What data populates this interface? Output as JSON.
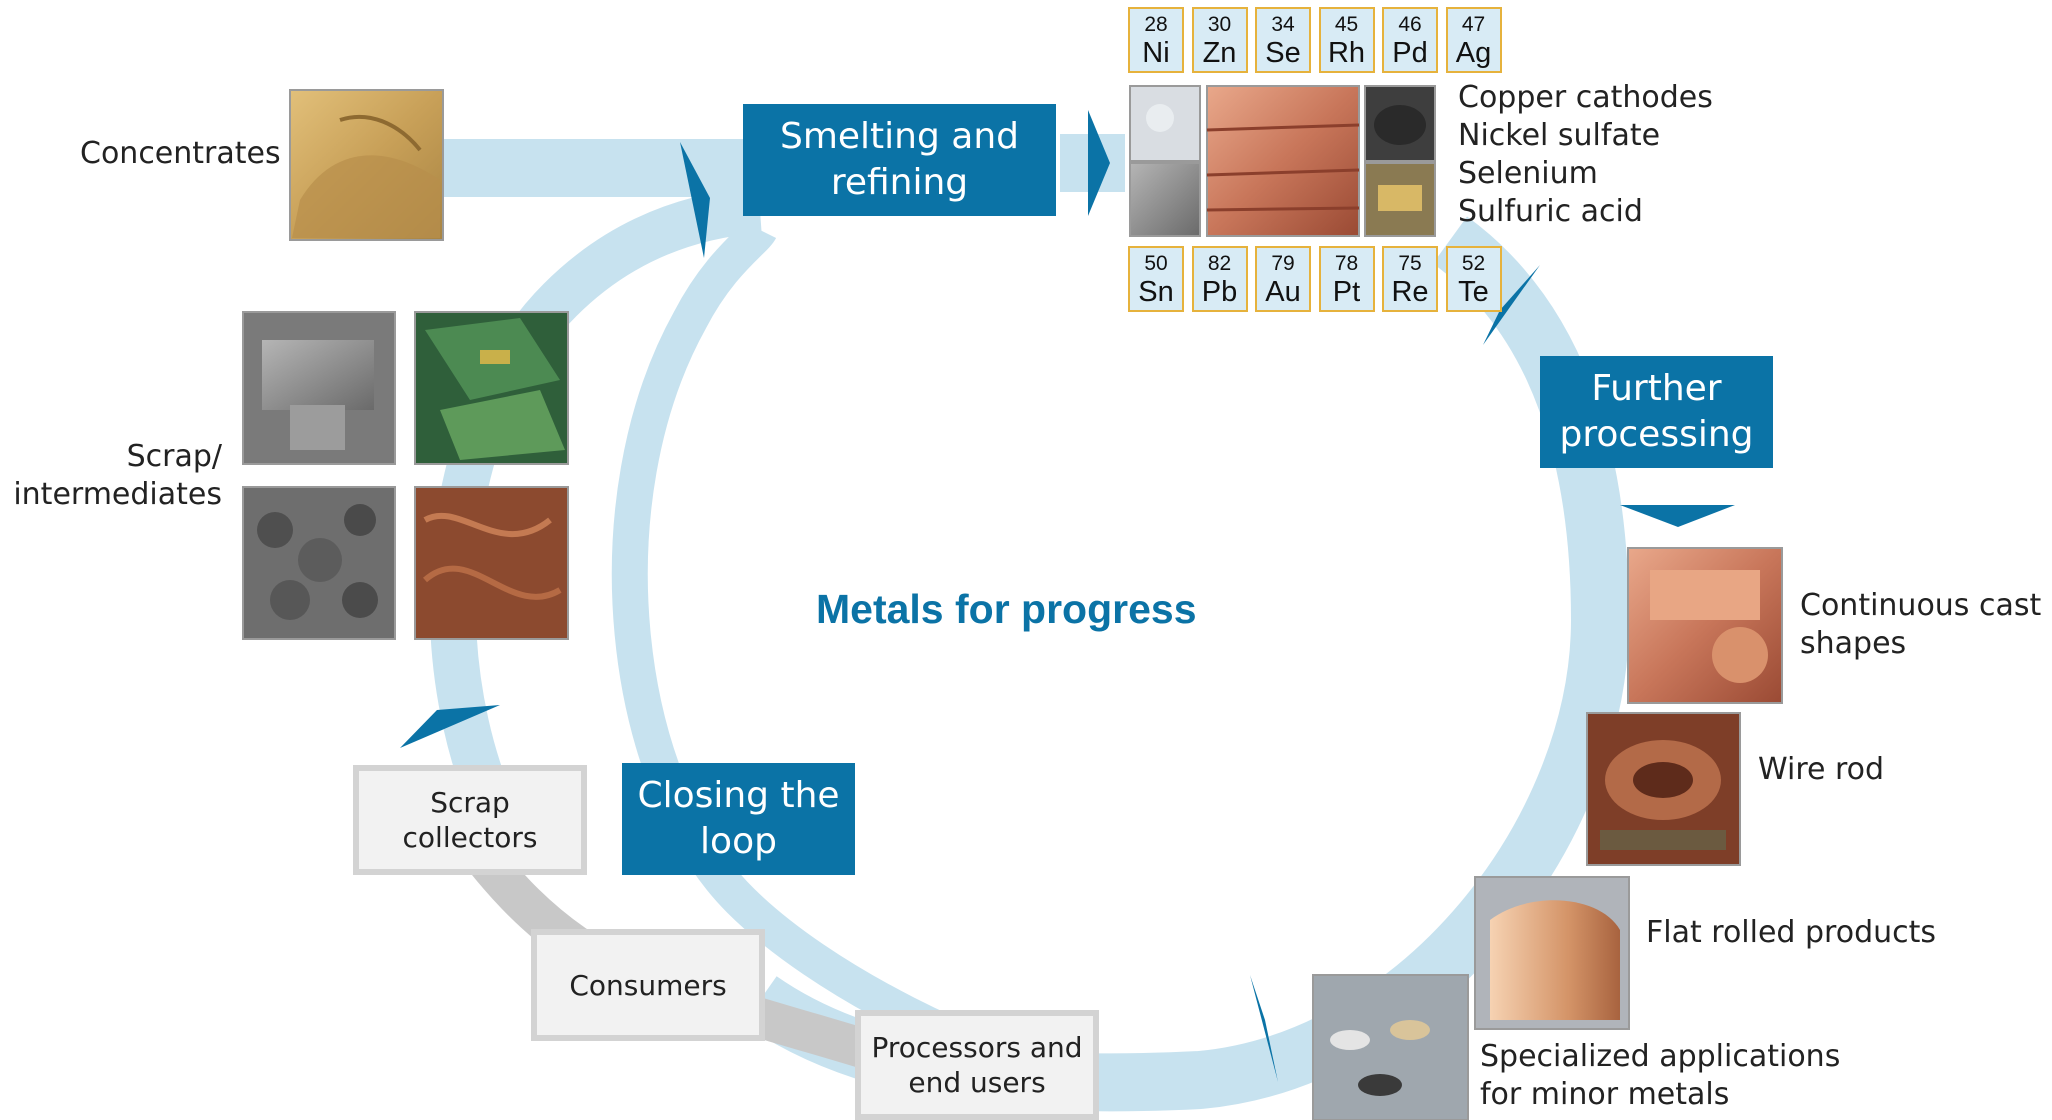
{
  "title": "Metals for progress",
  "stages": {
    "smelting": [
      "Smelting and",
      "refining"
    ],
    "further": [
      "Further",
      "processing"
    ],
    "closing": [
      "Closing the",
      "loop"
    ]
  },
  "inputs": {
    "concentrates": "Concentrates",
    "scrap": [
      "Scrap/",
      "intermediates"
    ]
  },
  "elements_top": [
    {
      "number": "28",
      "symbol": "Ni"
    },
    {
      "number": "30",
      "symbol": "Zn"
    },
    {
      "number": "34",
      "symbol": "Se"
    },
    {
      "number": "45",
      "symbol": "Rh"
    },
    {
      "number": "46",
      "symbol": "Pd"
    },
    {
      "number": "47",
      "symbol": "Ag"
    }
  ],
  "elements_bottom": [
    {
      "number": "50",
      "symbol": "Sn"
    },
    {
      "number": "82",
      "symbol": "Pb"
    },
    {
      "number": "79",
      "symbol": "Au"
    },
    {
      "number": "78",
      "symbol": "Pt"
    },
    {
      "number": "75",
      "symbol": "Re"
    },
    {
      "number": "52",
      "symbol": "Te"
    }
  ],
  "refined_products": [
    "Copper cathodes",
    "Nickel sulfate",
    "Selenium",
    "Sulfuric acid"
  ],
  "products": {
    "continuous_cast": [
      "Continuous cast",
      "shapes"
    ],
    "wire_rod": "Wire rod",
    "flat_rolled": "Flat rolled products",
    "specialized": [
      "Specialized applications",
      "for minor metals"
    ]
  },
  "loop_nodes": {
    "scrap_collectors": [
      "Scrap",
      "collectors"
    ],
    "consumers": "Consumers",
    "processors": [
      "Processors and",
      "end users"
    ]
  },
  "colors": {
    "stage_blue": "#0b73a6",
    "flow_light_blue": "#c7e2ef",
    "arrow_blue": "#0b73a6",
    "loop_gray": "#c8c8c8",
    "element_fill": "#d8ebf5",
    "element_border": "#e6b23c"
  }
}
